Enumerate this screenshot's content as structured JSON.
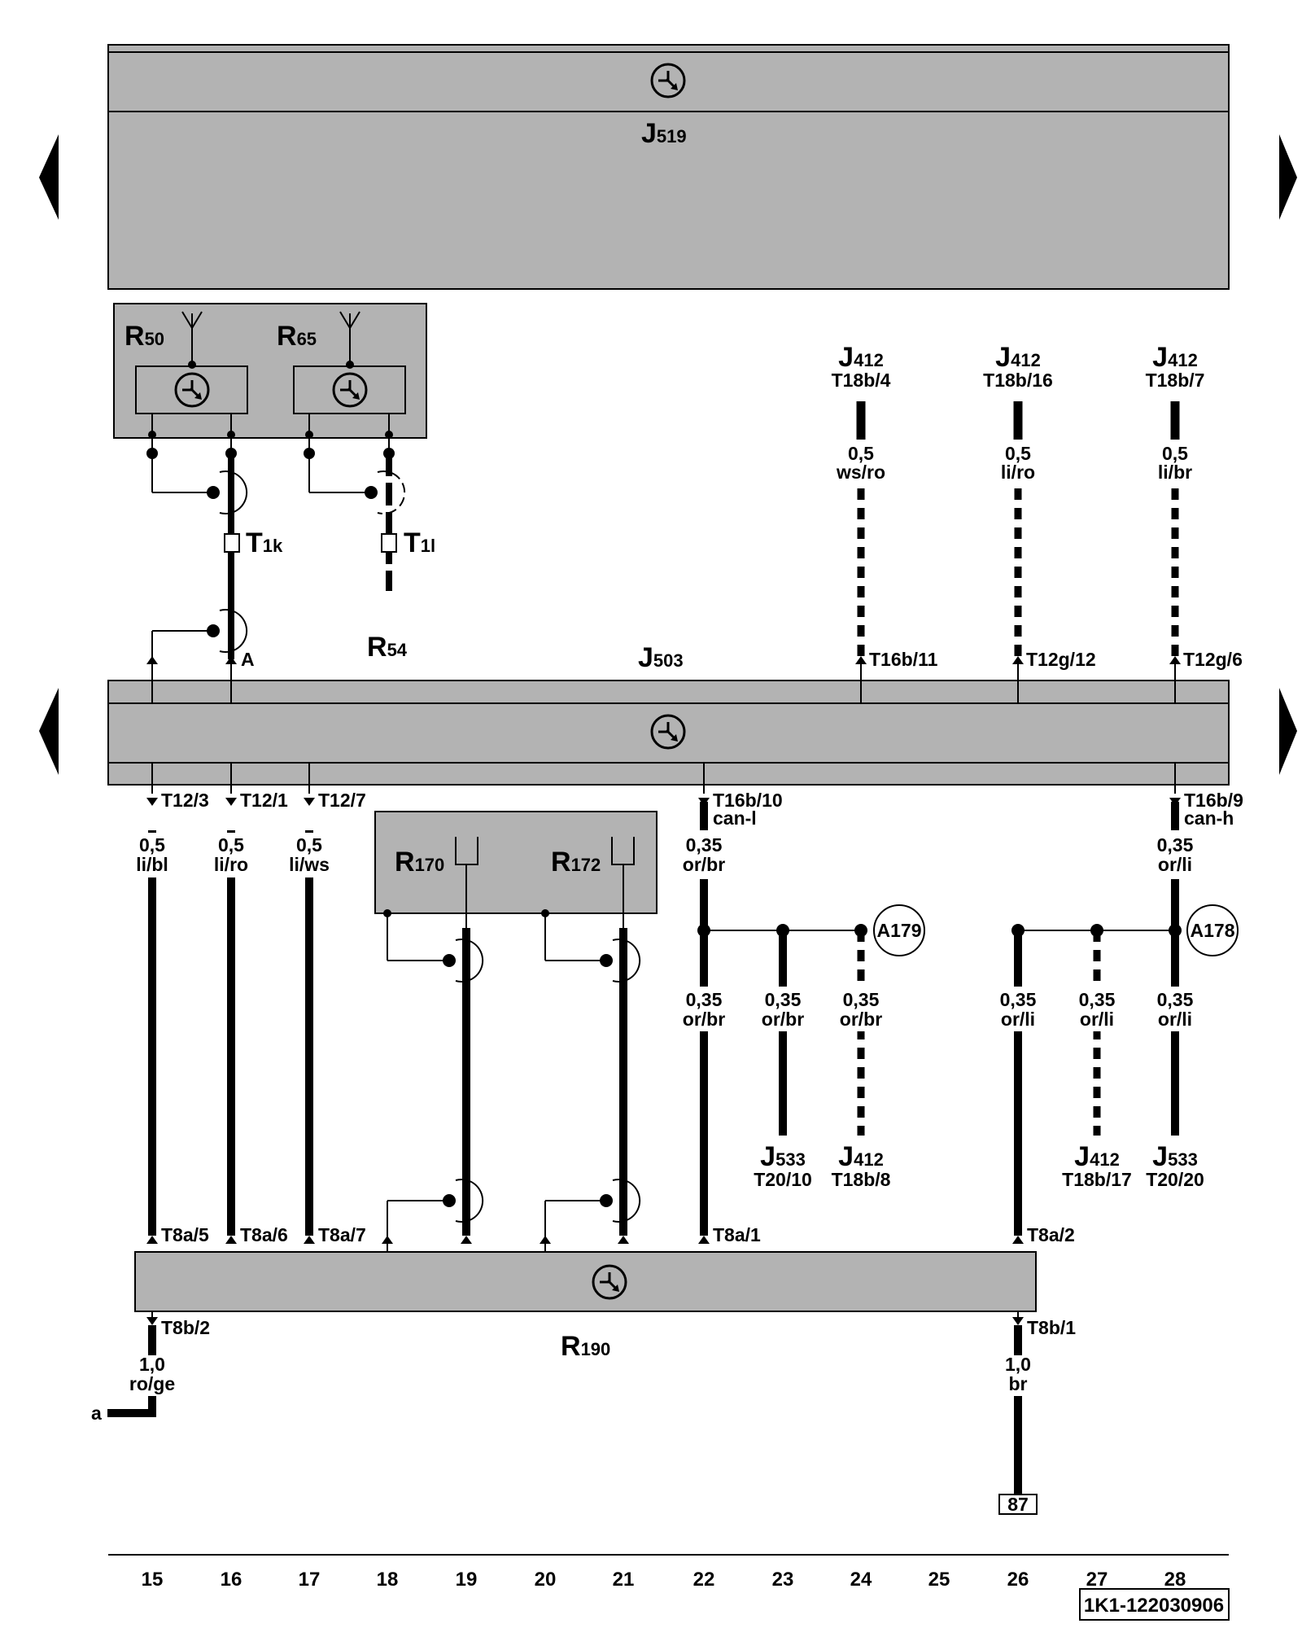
{
  "components": {
    "J519": {
      "letter": "J",
      "number": "519"
    },
    "J503": {
      "letter": "J",
      "number": "503"
    },
    "R190": {
      "letter": "R",
      "number": "190"
    },
    "R50": {
      "letter": "R",
      "number": "50"
    },
    "R65": {
      "letter": "R",
      "number": "65"
    },
    "R54": {
      "letter": "R",
      "number": "54"
    },
    "R170": {
      "letter": "R",
      "number": "170"
    },
    "R172": {
      "letter": "R",
      "number": "172"
    },
    "T1k": {
      "letter": "T",
      "number": "1k"
    },
    "T1l": {
      "letter": "T",
      "number": "1l"
    }
  },
  "top_connections": [
    {
      "comp_letter": "J",
      "comp_number": "412",
      "pin": "T18b/4",
      "size": "0,5",
      "color": "ws/ro",
      "j503_pin": "T16b/11"
    },
    {
      "comp_letter": "J",
      "comp_number": "412",
      "pin": "T18b/16",
      "size": "0,5",
      "color": "li/ro",
      "j503_pin": "T12g/12"
    },
    {
      "comp_letter": "J",
      "comp_number": "412",
      "pin": "T18b/7",
      "size": "0,5",
      "color": "li/br",
      "j503_pin": "T12g/6"
    }
  ],
  "j503_A_label": "A",
  "j503_bottom_wires": [
    {
      "pin": "T12/3",
      "size": "0,5",
      "color": "li/bl",
      "r190_pin": "T8a/5"
    },
    {
      "pin": "T12/1",
      "size": "0,5",
      "color": "li/ro",
      "r190_pin": "T8a/6"
    },
    {
      "pin": "T12/7",
      "size": "0,5",
      "color": "li/ws",
      "r190_pin": "T8a/7"
    }
  ],
  "can_low": {
    "pin": "T16b/10",
    "name": "can-l",
    "size": "0,35",
    "color": "or/br",
    "node": "A179",
    "r190_pin": "T8a/1"
  },
  "can_high": {
    "pin": "T16b/9",
    "name": "can-h",
    "size": "0,35",
    "color": "or/li",
    "node": "A178",
    "r190_pin": "T8a/2"
  },
  "can_branches": [
    {
      "size": "0,35",
      "color": "or/br"
    },
    {
      "size": "0,35",
      "color": "or/br"
    },
    {
      "size": "0,35",
      "color": "or/br"
    },
    {
      "size": "0,35",
      "color": "or/li"
    },
    {
      "size": "0,35",
      "color": "or/li"
    },
    {
      "size": "0,35",
      "color": "or/li"
    }
  ],
  "can_targets": [
    {
      "comp_letter": "J",
      "comp_number": "533",
      "pin": "T20/10"
    },
    {
      "comp_letter": "J",
      "comp_number": "412",
      "pin": "T18b/8"
    },
    {
      "comp_letter": "J",
      "comp_number": "412",
      "pin": "T18b/17"
    },
    {
      "comp_letter": "J",
      "comp_number": "533",
      "pin": "T20/20"
    }
  ],
  "r190_out": [
    {
      "pin": "T8b/2",
      "size": "1,0",
      "color": "ro/ge",
      "dest": "a"
    },
    {
      "pin": "T8b/1",
      "size": "1,0",
      "color": "br",
      "dest": "87"
    }
  ],
  "columns": [
    "15",
    "16",
    "17",
    "18",
    "19",
    "20",
    "21",
    "22",
    "23",
    "24",
    "25",
    "26",
    "27",
    "28"
  ],
  "doc_id": "1K1-122030906"
}
